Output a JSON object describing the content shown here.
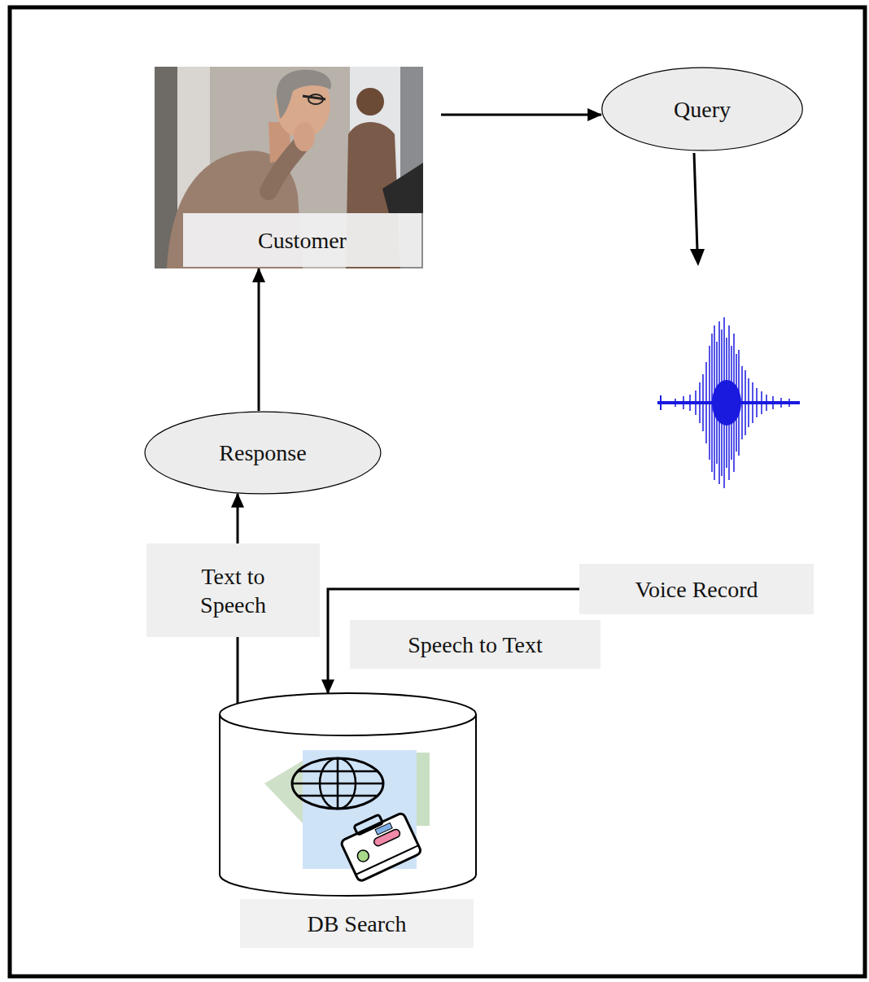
{
  "diagram": {
    "nodes": [
      {
        "text": [
          "Customer"
        ]
      },
      {
        "text": [
          "Query"
        ]
      },
      {
        "text": [
          "Voice Record"
        ]
      },
      {
        "text": [
          "Speech to Text"
        ]
      },
      {
        "text": [
          "DB Search"
        ]
      },
      {
        "text": [
          "Text to Speech"
        ]
      },
      {
        "text": [
          "Response"
        ]
      }
    ],
    "edges": [
      {
        "from": 0,
        "to": 1,
        "arrow": "to"
      },
      {
        "from": 2,
        "to": 4,
        "arrow": "to"
      },
      {
        "from": 4,
        "to": 5,
        "arrow": "none"
      },
      {
        "from": 5,
        "to": 6,
        "arrow": "to"
      },
      {
        "from": 6,
        "to": 0,
        "arrow": "to"
      }
    ]
  }
}
